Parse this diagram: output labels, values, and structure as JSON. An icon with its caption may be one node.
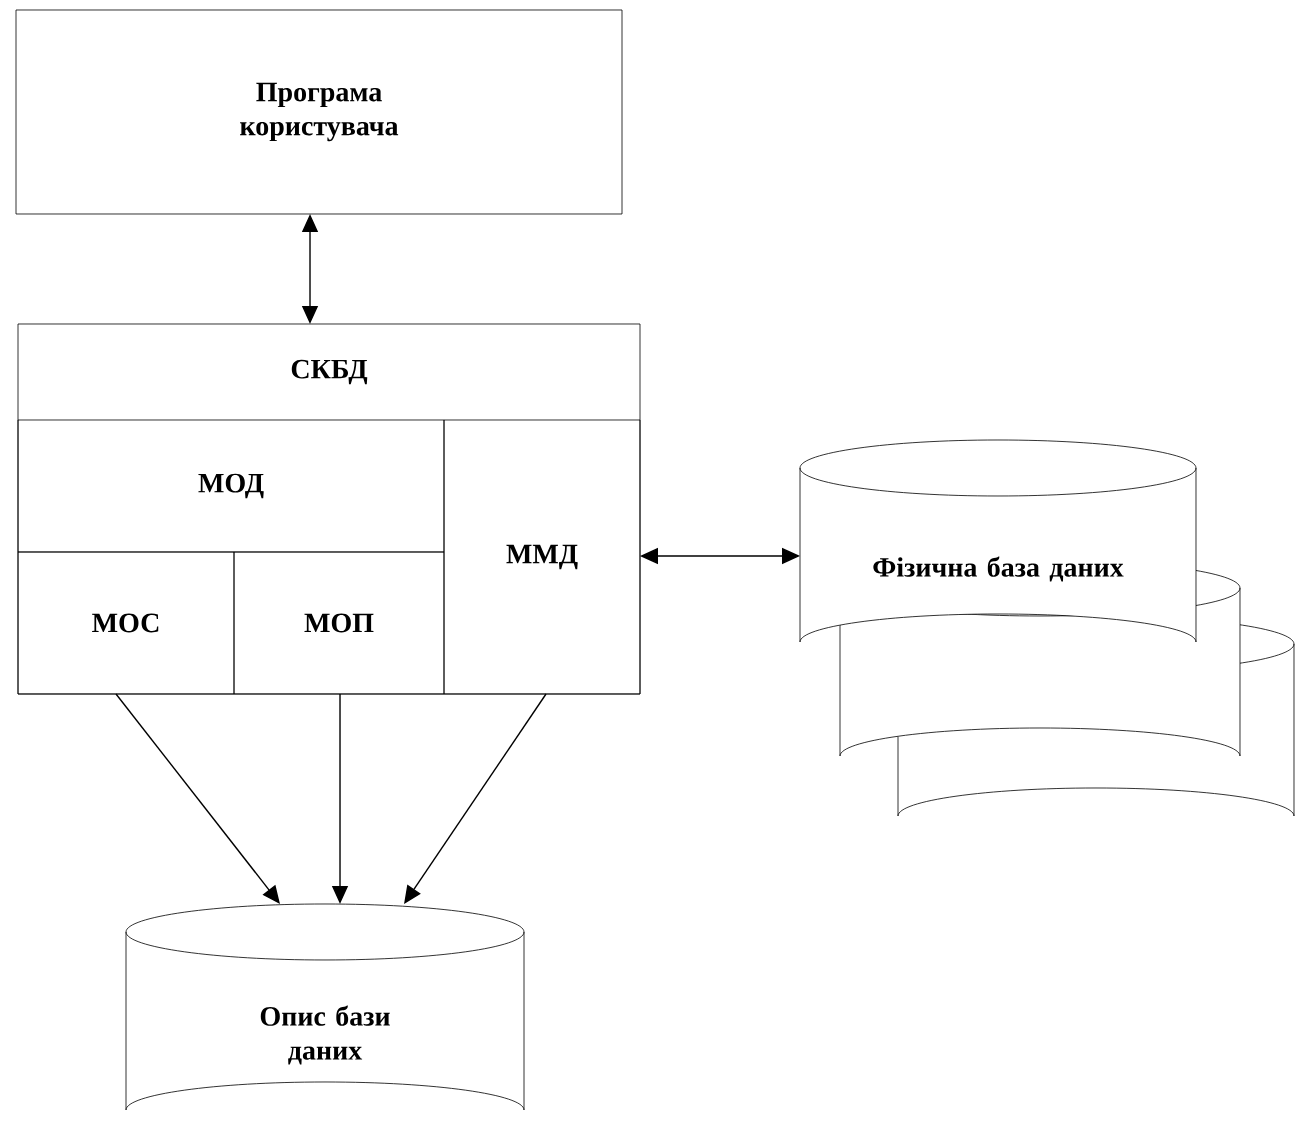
{
  "diagram": {
    "nodes": [
      {
        "text": [
          "Програма користувача"
        ]
      },
      {
        "text": [
          "СКБД"
        ]
      },
      {
        "text": [
          "МОД"
        ],
        "in": 1
      },
      {
        "text": [
          "МОС"
        ],
        "in": 1
      },
      {
        "text": [
          "МОП"
        ],
        "in": 1
      },
      {
        "text": [
          "ММД"
        ],
        "in": 1
      },
      {
        "text": [
          "Фізична база даних"
        ]
      },
      {
        "text": [
          "Опис бази даних"
        ]
      }
    ],
    "edges": [
      {
        "from": 0,
        "to": 1,
        "arrow": "both"
      },
      {
        "from": 5,
        "to": 6,
        "arrow": "both"
      },
      {
        "from": 3,
        "to": 7,
        "arrow": "to"
      },
      {
        "from": 4,
        "to": 7,
        "arrow": "to"
      },
      {
        "from": 5,
        "to": 7,
        "arrow": "to"
      }
    ]
  }
}
